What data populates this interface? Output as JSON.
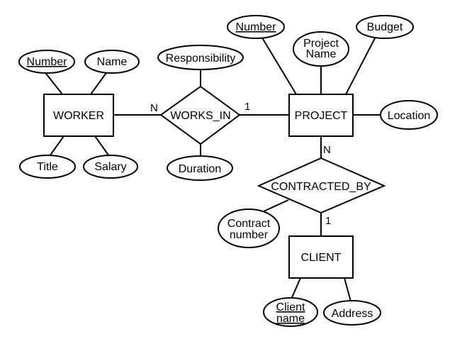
{
  "entities": {
    "worker": "WORKER",
    "project": "PROJECT",
    "client": "CLIENT"
  },
  "relationships": {
    "works_in": "WORKS_IN",
    "contracted_by": "CONTRACTED_BY"
  },
  "attributes": {
    "worker_number": "Number",
    "worker_name": "Name",
    "worker_title": "Title",
    "worker_salary": "Salary",
    "responsibility": "Responsibility",
    "duration": "Duration",
    "project_number": "Number",
    "project_name_line1": "Project",
    "project_name_line2": "Name",
    "budget": "Budget",
    "location": "Location",
    "contract_number_line1": "Contract",
    "contract_number_line2": "number",
    "client_name_line1": "Client",
    "client_name_line2": "name",
    "address": "Address"
  },
  "cardinalities": {
    "worker_works_in": "N",
    "works_in_project": "1",
    "project_contracted_by": "N",
    "contracted_by_client": "1"
  }
}
